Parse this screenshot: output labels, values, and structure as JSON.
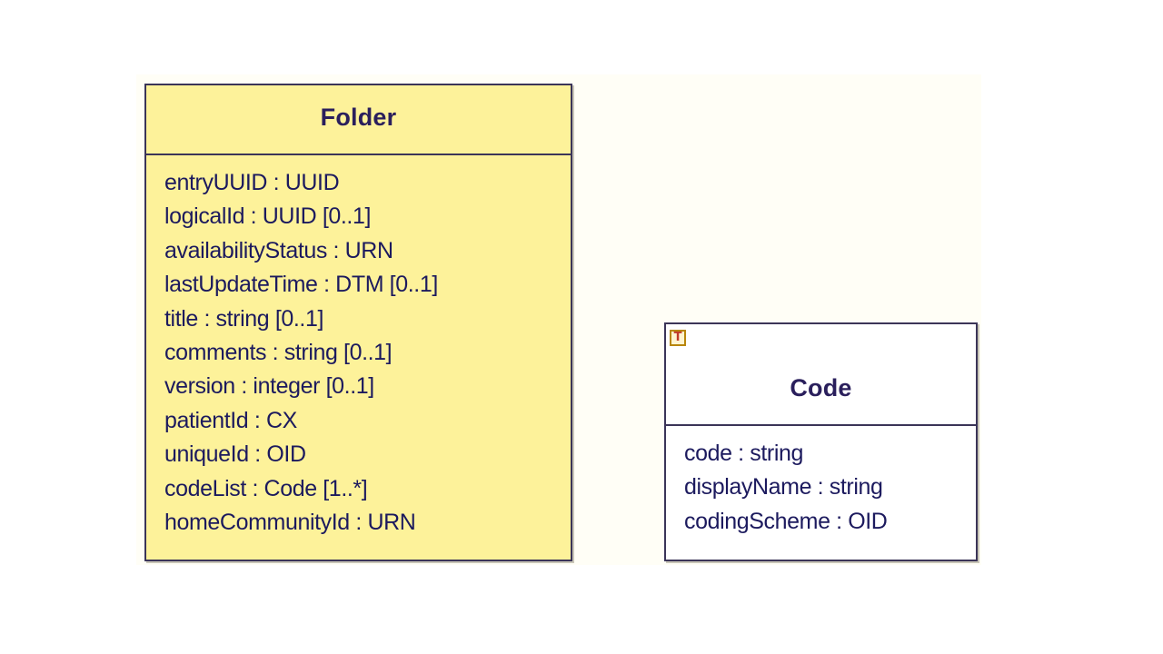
{
  "diagram": {
    "classes": [
      {
        "name": "Folder",
        "attributes": [
          "entryUUID : UUID",
          "logicalId : UUID [0..1]",
          "availabilityStatus : URN",
          "lastUpdateTime : DTM [0..1]",
          "title : string [0..1]",
          "comments : string [0..1]",
          "version : integer [0..1]",
          "patientId : CX",
          "uniqueId : OID",
          "codeList : Code [1..*]",
          "homeCommunityId : URN"
        ]
      },
      {
        "name": "Code",
        "badge": "T",
        "attributes": [
          "code : string",
          "displayName : string",
          "codingScheme : OID"
        ]
      }
    ]
  },
  "colors": {
    "folder_fill": "#fdf29a",
    "code_fill": "#ffffff",
    "border": "#3b3558",
    "text": "#1c1a5e",
    "badge_letter": "#c0392b"
  }
}
